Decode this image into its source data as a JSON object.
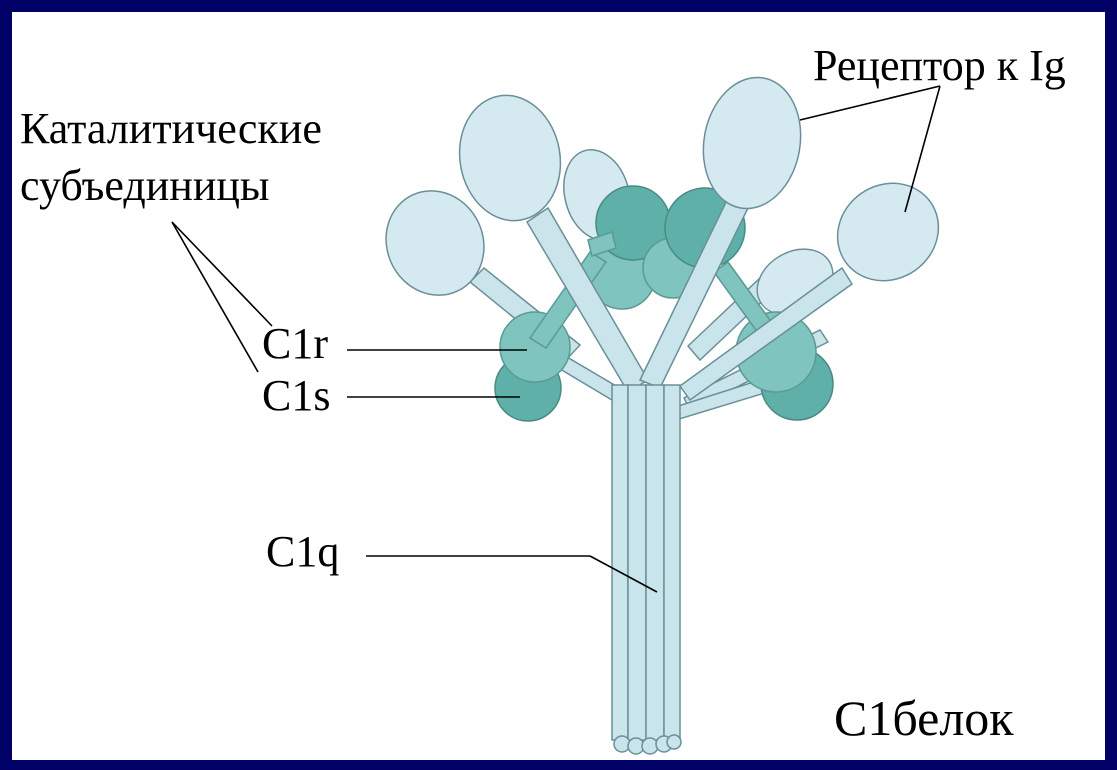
{
  "labels": {
    "receptor": "Рецептор к Ig",
    "catalytic_line1": "Каталитические",
    "catalytic_line2": "субъединицы",
    "c1r": "C1r",
    "c1s": "C1s",
    "c1q": "C1q",
    "title": "C1белок"
  },
  "colors": {
    "frame": "#000066",
    "background": "#ffffff",
    "head_fill": "#d5eaf0",
    "stalk_fill": "#c9e4ea",
    "catalytic_fill": "#7fc4be",
    "catalytic_dark": "#5fb0a8",
    "outline": "#6a8f98"
  }
}
